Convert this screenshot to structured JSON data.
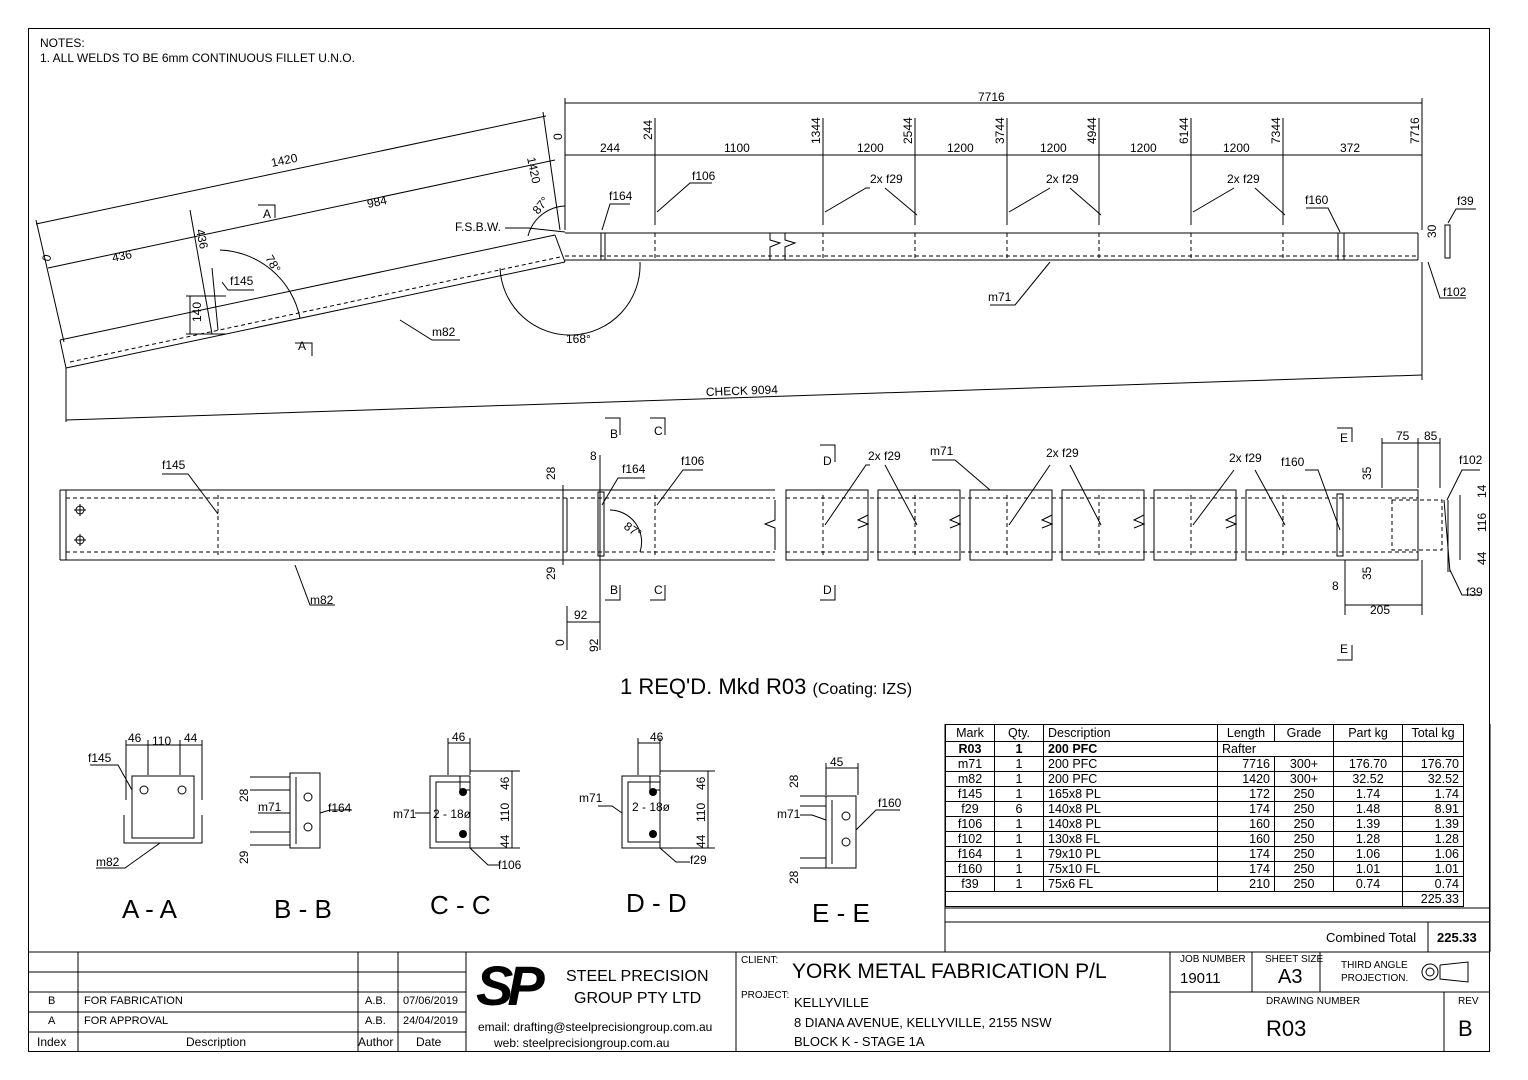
{
  "notes": {
    "heading": "NOTES:",
    "line1": "1.  ALL WELDS TO BE 6mm CONTINUOUS FILLET U.N.O."
  },
  "elevation": {
    "overall": "7716",
    "zero": "0",
    "cum_dims": [
      "244",
      "1344",
      "2544",
      "3744",
      "4944",
      "6144",
      "7344",
      "7716"
    ],
    "seg_dims": [
      "244",
      "1100",
      "1200",
      "1200",
      "1200",
      "1200",
      "1200",
      "372"
    ],
    "slope_len": "1420",
    "slope_top": "1420",
    "slope_zero": "0",
    "slope_a": "436",
    "slope_b": "984",
    "slope_436v": "436",
    "slope_140": "140",
    "angle_87": "87°",
    "angle_78": "78°",
    "angle_168": "168°",
    "fsbw": "F.S.B.W.",
    "check": "CHECK 9094",
    "dim_30": "30",
    "marks": {
      "f164": "f164",
      "f106": "f106",
      "f29a": "2x f29",
      "f29b": "2x f29",
      "f29c": "2x f29",
      "f160": "f160",
      "f39": "f39",
      "f102": "f102",
      "m71": "m71",
      "m82": "m82",
      "f145": "f145"
    },
    "sec_a": "A"
  },
  "plan": {
    "marks": {
      "f145": "f145",
      "f164": "f164",
      "f106": "f106",
      "f29a": "2x f29",
      "f29b": "2x f29",
      "f29c": "2x f29",
      "m71": "m71",
      "f160": "f160",
      "f102": "f102",
      "f39": "f39",
      "m82": "m82"
    },
    "dims": {
      "d8": "8",
      "d28": "28",
      "d29": "29",
      "d92a": "92",
      "d92b": "92",
      "d0": "0",
      "d75": "75",
      "d85": "85",
      "d35a": "35",
      "d35b": "35",
      "d14": "14",
      "d116": "116",
      "d44": "44",
      "d8b": "8",
      "d205": "205",
      "a87": "87°"
    },
    "secs": {
      "B": "B",
      "C": "C",
      "D": "D",
      "E": "E"
    }
  },
  "requirement": {
    "main": "1 REQ'D. Mkd R03",
    "coating": "(Coating: IZS)"
  },
  "sections": [
    {
      "label": "A - A",
      "dims": [
        "46",
        "110",
        "44"
      ],
      "marks": [
        "f145",
        "m82"
      ]
    },
    {
      "label": "B - B",
      "dims": [
        "28",
        "29"
      ],
      "marks": [
        "m71",
        "f164"
      ]
    },
    {
      "label": "C - C",
      "dims": [
        "46",
        "46",
        "110",
        "44"
      ],
      "marks": [
        "m71",
        "f106"
      ],
      "holes": "2 - 18ø"
    },
    {
      "label": "D - D",
      "dims": [
        "46",
        "46",
        "110",
        "44"
      ],
      "marks": [
        "m71",
        "f29"
      ],
      "holes": "2 - 18ø"
    },
    {
      "label": "E - E",
      "dims": [
        "45",
        "28",
        "28"
      ],
      "marks": [
        "m71",
        "f160"
      ]
    }
  ],
  "bom": {
    "headers": [
      "Mark",
      "Qty.",
      "Description",
      "Length",
      "Grade",
      "Part kg",
      "Total kg"
    ],
    "rows": [
      [
        "R03",
        "1",
        "200 PFC",
        "Rafter",
        "",
        "",
        ""
      ],
      [
        "m71",
        "1",
        "200 PFC",
        "7716",
        "300+",
        "176.70",
        "176.70"
      ],
      [
        "m82",
        "1",
        "200 PFC",
        "1420",
        "300+",
        "32.52",
        "32.52"
      ],
      [
        "f145",
        "1",
        "165x8 PL",
        "172",
        "250",
        "1.74",
        "1.74"
      ],
      [
        "f29",
        "6",
        "140x8 PL",
        "174",
        "250",
        "1.48",
        "8.91"
      ],
      [
        "f106",
        "1",
        "140x8 PL",
        "160",
        "250",
        "1.39",
        "1.39"
      ],
      [
        "f102",
        "1",
        "130x8 FL",
        "160",
        "250",
        "1.28",
        "1.28"
      ],
      [
        "f164",
        "1",
        "79x10 PL",
        "174",
        "250",
        "1.06",
        "1.06"
      ],
      [
        "f160",
        "1",
        "75x10 FL",
        "174",
        "250",
        "1.01",
        "1.01"
      ],
      [
        "f39",
        "1",
        "75x6 FL",
        "210",
        "250",
        "0.74",
        "0.74"
      ]
    ],
    "subtotal": "225.33",
    "combined_label": "Combined Total",
    "combined_value": "225.33"
  },
  "revisions": {
    "rows": [
      {
        "index": "B",
        "description": "FOR FABRICATION",
        "author": "A.B.",
        "date": "07/06/2019"
      },
      {
        "index": "A",
        "description": "FOR APPROVAL",
        "author": "A.B.",
        "date": "24/04/2019"
      }
    ],
    "headers": {
      "index": "Index",
      "description": "Description",
      "author": "Author",
      "date": "Date"
    }
  },
  "company": {
    "logo": "SP",
    "name1": "STEEL PRECISION",
    "name2": "GROUP PTY LTD",
    "email": "email: drafting@steelprecisiongroup.com.au",
    "web": "web: steelprecisiongroup.com.au"
  },
  "client": {
    "label": "CLIENT:",
    "name": "YORK METAL FABRICATION P/L",
    "project_label": "PROJECT:",
    "project1": "KELLYVILLE",
    "project2": "8 DIANA AVENUE, KELLYVILLE, 2155 NSW",
    "project3": "BLOCK K - STAGE 1A"
  },
  "job": {
    "job_label": "JOB NUMBER",
    "job_number": "19011",
    "size_label": "SHEET SIZE",
    "size": "A3",
    "projection1": "THIRD ANGLE",
    "projection2": "PROJECTION.",
    "drawing_label": "DRAWING NUMBER",
    "drawing_number": "R03",
    "rev_label": "REV",
    "rev": "B"
  }
}
